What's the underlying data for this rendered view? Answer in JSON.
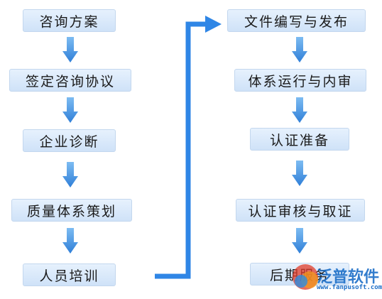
{
  "left_column": {
    "steps": [
      "咨询方案",
      "签定咨询协议",
      "企业诊断",
      "质量体系策划",
      "人员培训"
    ]
  },
  "right_column": {
    "steps": [
      "文件编写与发布",
      "体系运行与内审",
      "认证准备",
      "认证审核与取证",
      "后期服务"
    ]
  },
  "watermark": {
    "brand": "泛普软件",
    "url": "www.fanpusoft.com"
  },
  "colors": {
    "arrow_blue": "#3b8fe0",
    "connector_blue": "#2f86e6",
    "box_border": "#c3d7ee"
  }
}
